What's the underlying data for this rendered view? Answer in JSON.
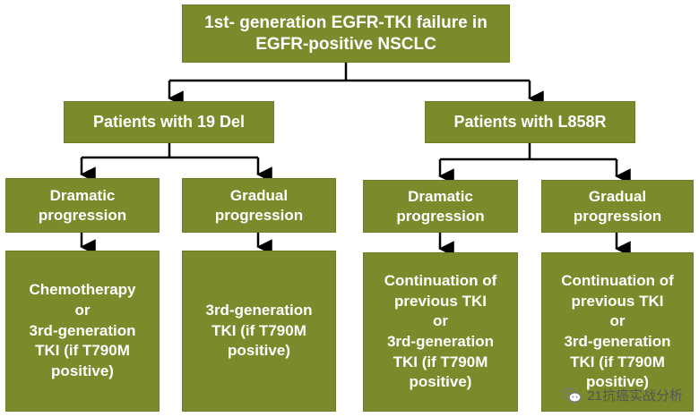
{
  "root": {
    "label": "1st- generation EGFR-TKI failure in\nEGFR-positive NSCLC"
  },
  "groups": [
    {
      "label": "Patients with 19 Del",
      "branches": [
        {
          "label": "Dramatic\nprogression",
          "outcome": "Chemotherapy\nor\n3rd-generation\nTKI (if T790M\npositive)"
        },
        {
          "label": "Gradual\nprogression",
          "outcome": "3rd-generation\nTKI (if T790M\npositive)"
        }
      ]
    },
    {
      "label": "Patients with L858R",
      "branches": [
        {
          "label": "Dramatic\nprogression",
          "outcome": "Continuation of\nprevious TKI\nor\n3rd-generation\nTKI (if T790M\npositive)"
        },
        {
          "label": "Gradual\nprogression",
          "outcome": "Continuation of\nprevious TKI\nor\n3rd-generation\nTKI (if T790M\npositive)"
        }
      ]
    }
  ],
  "watermark": {
    "text": "21抗癌实战分析"
  },
  "colors": {
    "box_fill": "#7b8a2b",
    "box_text": "#ffffff",
    "connector": "#000000"
  }
}
